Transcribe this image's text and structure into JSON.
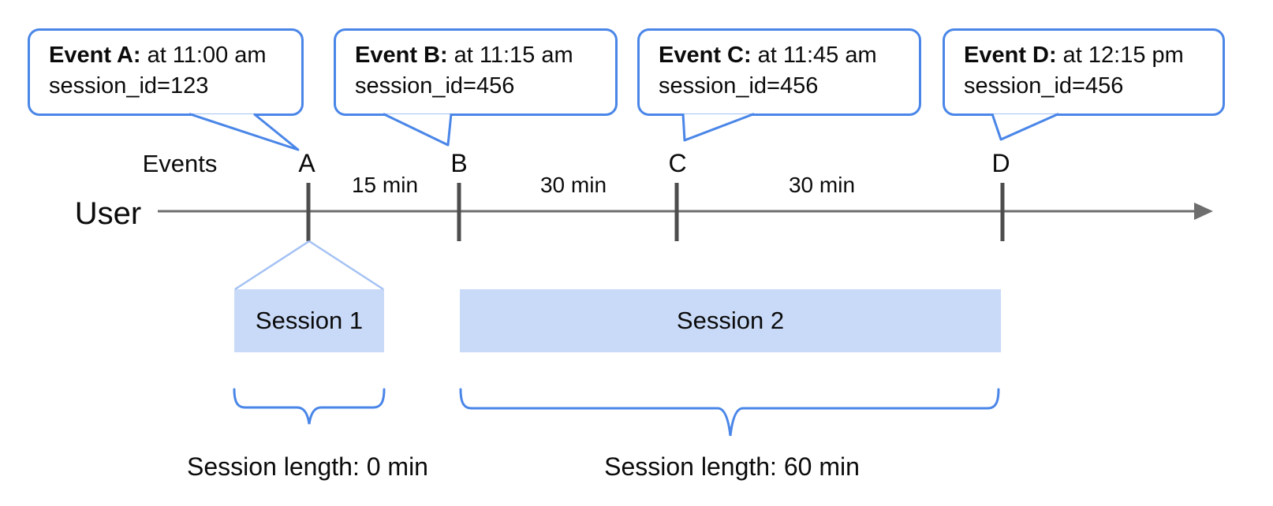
{
  "diagram": {
    "callouts": [
      {
        "event": "A",
        "title": "Event A:",
        "time": "at 11:00 am",
        "session": "session_id=123"
      },
      {
        "event": "B",
        "title": "Event B:",
        "time": "at 11:15 am",
        "session": "session_id=456"
      },
      {
        "event": "C",
        "title": "Event C:",
        "time": "at 11:45 am",
        "session": "session_id=456"
      },
      {
        "event": "D",
        "title": "Event D:",
        "time": "at 12:15 pm",
        "session": "session_id=456"
      }
    ],
    "events_axis_label": "Events",
    "user_label": "User",
    "markers": [
      "A",
      "B",
      "C",
      "D"
    ],
    "intervals": [
      "15 min",
      "30 min",
      "30 min"
    ],
    "sessions": [
      {
        "label": "Session 1",
        "length": "Session length: 0 min"
      },
      {
        "label": "Session 2",
        "length": "Session length: 60 min"
      }
    ],
    "colors": {
      "accent_blue": "#4a86e8",
      "session_bar_fill": "#c9daf8",
      "funnel_blue": "#a4c2f4",
      "timeline_gray": "#6e6e6e",
      "tick_gray": "#4d4d4d"
    }
  }
}
